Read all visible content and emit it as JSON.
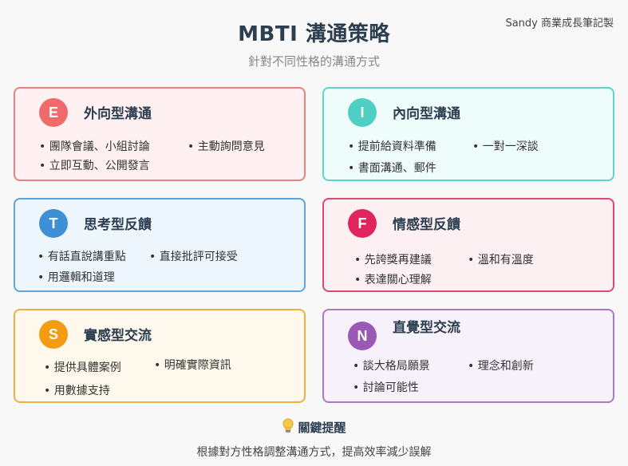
{
  "header": {
    "credit": "Sandy 商業成長筆記製",
    "title": "MBTI 溝通策略",
    "subtitle": "針對不同性格的溝通方式"
  },
  "cards": [
    {
      "letter": "E",
      "title": "外向型溝通",
      "items": [
        "• 團隊會議、小組討論",
        "• 主動詢問意見",
        "• 立即互動、公開發言"
      ],
      "accent": "#ef6b6b",
      "border": "#ef7f7f",
      "background": "#fff1f1"
    },
    {
      "letter": "I",
      "title": "內向型溝通",
      "items": [
        "• 提前給資料準備",
        "• 一對一深談",
        "• 書面溝通、郵件"
      ],
      "accent": "#4fcfc3",
      "border": "#5fd3c7",
      "background": "#eefcfa"
    },
    {
      "letter": "T",
      "title": "思考型反饋",
      "items": [
        "• 有話直說講重點",
        "• 直接批評可接受",
        "• 用邏輯和道理"
      ],
      "accent": "#3d8fd6",
      "border": "#5da5e0",
      "background": "#eef6fd"
    },
    {
      "letter": "F",
      "title": "情感型反饋",
      "items": [
        "• 先誇獎再建議",
        "• 溫和有溫度",
        "• 表達關心理解"
      ],
      "accent": "#e0245e",
      "border": "#e04775",
      "background": "#fdf0f3"
    },
    {
      "letter": "S",
      "title": "實感型交流",
      "items": [
        "• 提供具體案例",
        "• 明確實際資訊",
        "• 用數據支持"
      ],
      "accent": "#f39c12",
      "border": "#f3ad45",
      "background": "#fff8ec"
    },
    {
      "letter": "N",
      "title": "直覺型交流",
      "items": [
        "• 談大格局願景",
        "• 理念和創新",
        "• 討論可能性"
      ],
      "accent": "#9b59b6",
      "border": "#a979c2",
      "background": "#f7f1fb"
    }
  ],
  "tip": {
    "icon": "lightbulb-icon",
    "heading": "關鍵提醒",
    "text": "根據對方性格調整溝通方式，提高效率減少誤解"
  }
}
